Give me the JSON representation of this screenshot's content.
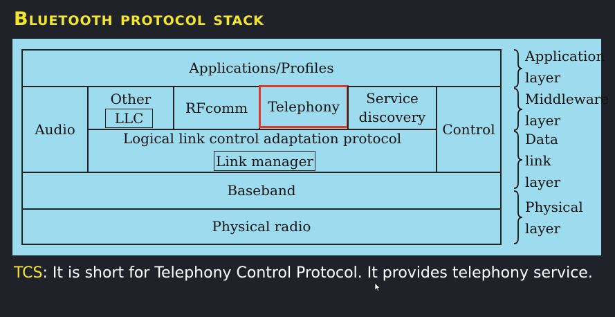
{
  "title": "Bluetooth protocol stack",
  "stack": {
    "applications": "Applications/Profiles",
    "audio": "Audio",
    "other": "Other",
    "llc": "LLC",
    "rfcomm": "RFcomm",
    "telephony": "Telephony",
    "service_discovery": "Service\ndiscovery",
    "control": "Control",
    "l2cap": "Logical link control adaptation protocol",
    "link_manager": "Link manager",
    "baseband": "Baseband",
    "physical_radio": "Physical radio"
  },
  "layers": {
    "application": "Application\nlayer",
    "middleware": "Middleware\nlayer",
    "data_link": "Data\nlink\nlayer",
    "physical": "Physical\nlayer"
  },
  "note": {
    "tag": "TCS",
    "text": ": It is short for Telephony Control Protocol. It provides telephony service."
  },
  "colors": {
    "title": "#f2e62f",
    "slide_background": "#9ddcef",
    "highlight": "#e0392b",
    "page_background": "#1f2329"
  }
}
